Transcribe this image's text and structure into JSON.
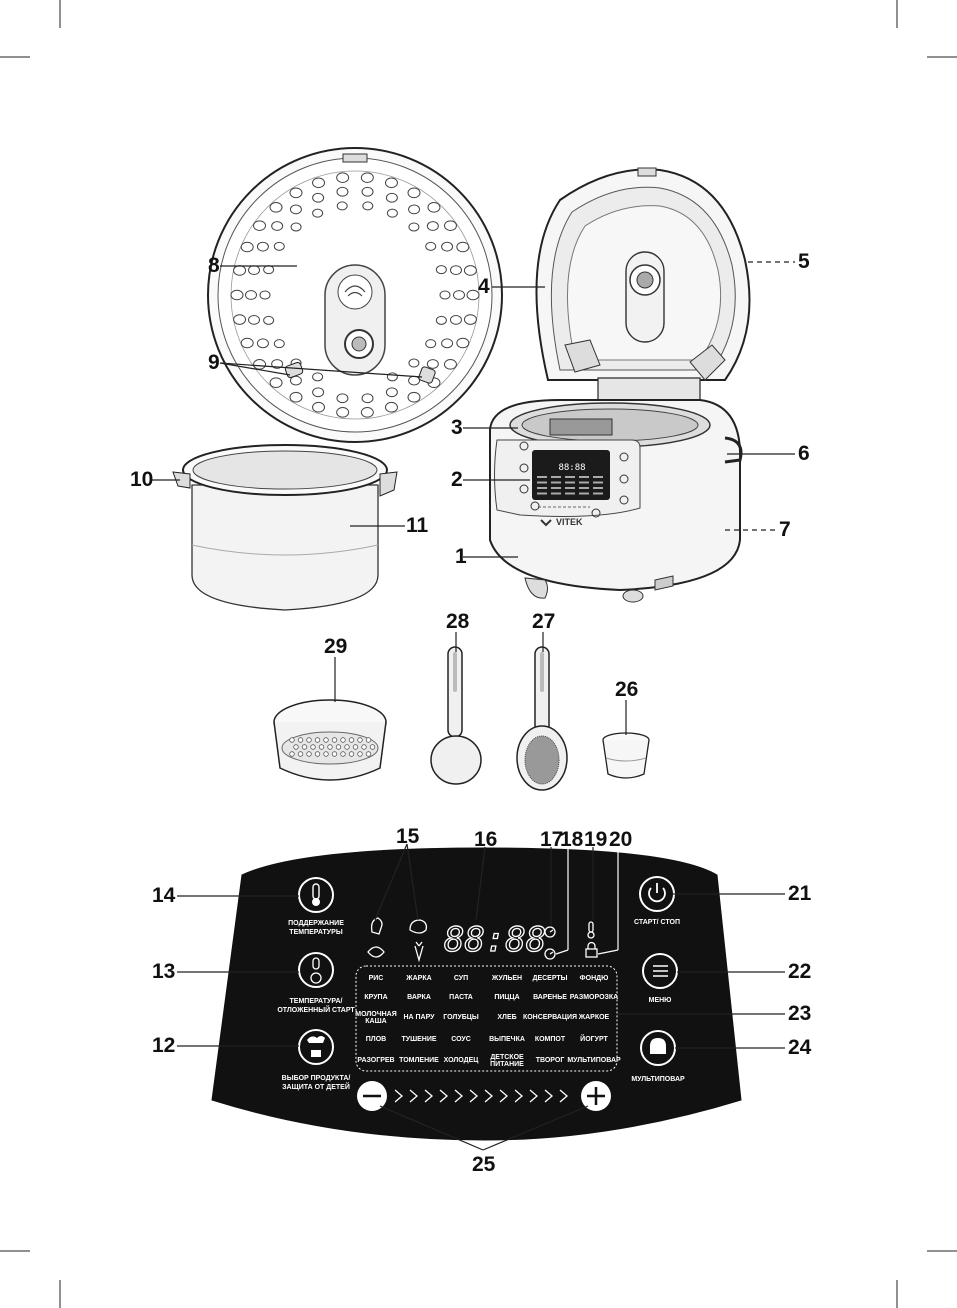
{
  "brand": "VITEK",
  "callouts": [
    {
      "id": "c1",
      "text": "1"
    },
    {
      "id": "c2",
      "text": "2"
    },
    {
      "id": "c3",
      "text": "3"
    },
    {
      "id": "c4",
      "text": "4"
    },
    {
      "id": "c5",
      "text": "5"
    },
    {
      "id": "c6",
      "text": "6"
    },
    {
      "id": "c7",
      "text": "7"
    },
    {
      "id": "c8",
      "text": "8"
    },
    {
      "id": "c9",
      "text": "9"
    },
    {
      "id": "c10",
      "text": "10"
    },
    {
      "id": "c11",
      "text": "11"
    },
    {
      "id": "c12",
      "text": "12"
    },
    {
      "id": "c13",
      "text": "13"
    },
    {
      "id": "c14",
      "text": "14"
    },
    {
      "id": "c15",
      "text": "15"
    },
    {
      "id": "c16",
      "text": "16"
    },
    {
      "id": "c17",
      "text": "17"
    },
    {
      "id": "c18",
      "text": "18"
    },
    {
      "id": "c19",
      "text": "19"
    },
    {
      "id": "c20",
      "text": "20"
    },
    {
      "id": "c21",
      "text": "21"
    },
    {
      "id": "c22",
      "text": "22"
    },
    {
      "id": "c23",
      "text": "23"
    },
    {
      "id": "c24",
      "text": "24"
    },
    {
      "id": "c25",
      "text": "25"
    },
    {
      "id": "c26",
      "text": "26"
    },
    {
      "id": "c27",
      "text": "27"
    },
    {
      "id": "c28",
      "text": "28"
    },
    {
      "id": "c29",
      "text": "29"
    }
  ],
  "panel": {
    "display": "88:88",
    "buttons": {
      "keep_warm": [
        "ПОДДЕРЖАНИЕ",
        "ТЕМПЕРАТУРЫ"
      ],
      "temp_delay": [
        "ТЕМПЕРАТУРА/",
        "ОТЛОЖЕННЫЙ СТАРТ"
      ],
      "product_lock": [
        "ВЫБОР ПРОДУКТА/",
        "ЗАЩИТА ОТ ДЕТЕЙ"
      ],
      "start_stop": "СТАРТ/ СТОП",
      "menu": "МЕНЮ",
      "multicook": "МУЛЬТИПОВАР"
    },
    "programs": [
      [
        "РИС",
        "ЖАРКА",
        "СУП",
        "ЖУЛЬЕН",
        "ДЕСЕРТЫ",
        "ФОНДЮ"
      ],
      [
        "КРУПА",
        "ВАРКА",
        "ПАСТА",
        "ПИЦЦА",
        "ВАРЕНЬЕ",
        "РАЗМОРОЗКА"
      ],
      [
        "МОЛОЧНАЯ КАША",
        "НА ПАРУ",
        "ГОЛУБЦЫ",
        "ХЛЕБ",
        "КОНСЕРВАЦИЯ",
        "ЖАРКОЕ"
      ],
      [
        "ПЛОВ",
        "ТУШЕНИЕ",
        "СОУС",
        "ВЫПЕЧКА",
        "КОМПОТ",
        "ЙОГУРТ"
      ],
      [
        "РАЗОГРЕВ",
        "ТОМЛЕНИЕ",
        "ХОЛОДЕЦ",
        "ДЕТСКОЕ ПИТАНИЕ",
        "ТВОРОГ",
        "МУЛЬТИПОВАР"
      ]
    ]
  },
  "colors": {
    "panel": "#111111",
    "line": "#1a1a1a",
    "body": "#f4f4f4"
  }
}
